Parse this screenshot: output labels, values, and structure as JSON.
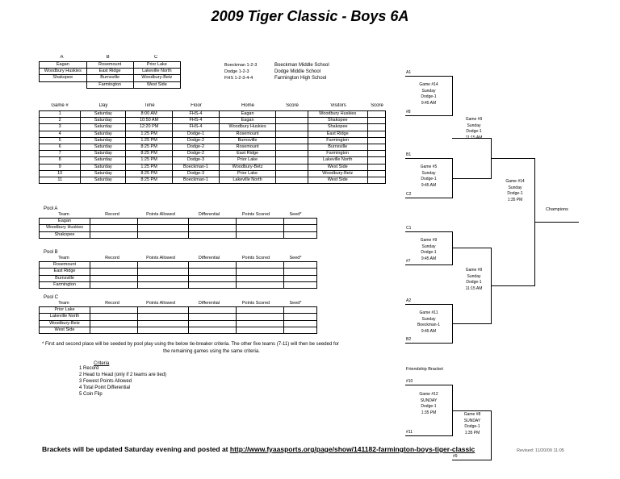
{
  "title": "2009 Tiger Classic - Boys 6A",
  "pools": {
    "headers": [
      "A",
      "B",
      "C"
    ],
    "rows": [
      [
        "Eagan",
        "Rosemount",
        "Prior Lake"
      ],
      [
        "Woodbury Huskies",
        "East Ridge",
        "Lakeville North"
      ],
      [
        "Shakopee",
        "Burnsville",
        "Woodbury-Betz"
      ],
      [
        "",
        "Farmington",
        "West Side"
      ]
    ]
  },
  "locations": [
    {
      "code": "Boeckman 1-2-3",
      "name": "Boeckman Middle School"
    },
    {
      "code": "Dodge 1-2-3",
      "name": "Dodge Middle School"
    },
    {
      "code": "FHS 1-2-3-4-4",
      "name": "Farmington High School"
    }
  ],
  "schedule": {
    "headers": [
      "Game #",
      "Day",
      "Time",
      "Floor",
      "Home",
      "Score",
      "Visitors",
      "Score"
    ],
    "rows": [
      [
        "1",
        "Saturday",
        "8:00 AM",
        "FHS-4",
        "Eagan",
        "",
        "Woodbury Huskies",
        ""
      ],
      [
        "2",
        "Saturday",
        "10:50 AM",
        "FHS-4",
        "Eagan",
        "",
        "Shakopee",
        ""
      ],
      [
        "3",
        "Saturday",
        "12:20 PM",
        "FHS-4",
        "Woodbury Huskies",
        "",
        "Shakopee",
        ""
      ],
      [
        "4",
        "Saturday",
        "1:25 PM",
        "Dodge-1",
        "Rosemount",
        "",
        "East Ridge",
        ""
      ],
      [
        "5",
        "Saturday",
        "1:25 PM",
        "Dodge-2",
        "Burnsville",
        "",
        "Farmington",
        ""
      ],
      [
        "6",
        "Saturday",
        "8:25 PM",
        "Dodge-2",
        "Rosemount",
        "",
        "Burnsville",
        ""
      ],
      [
        "7",
        "Saturday",
        "8:25 PM",
        "Dodge-2",
        "East Ridge",
        "",
        "Farmington",
        ""
      ],
      [
        "8",
        "Saturday",
        "1:25 PM",
        "Dodge-3",
        "Prior Lake",
        "",
        "Lakeville North",
        ""
      ],
      [
        "9",
        "Saturday",
        "1:25 PM",
        "Boeckman-1",
        "Woodbury-Betz",
        "",
        "West Side",
        ""
      ],
      [
        "10",
        "Saturday",
        "8:25 PM",
        "Dodge-3",
        "Prior Lake",
        "",
        "Woodbury-Betz",
        ""
      ],
      [
        "11",
        "Saturday",
        "8:25 PM",
        "Boeckman-1",
        "Lakeville North",
        "",
        "West Side",
        ""
      ]
    ]
  },
  "standing_headers": [
    "Team",
    "Record",
    "Points Allowed",
    "Differential",
    "Points Scored",
    "Seed*"
  ],
  "standings": [
    {
      "pool": "Pool A",
      "teams": [
        "Eagan",
        "Woodbury Huskies",
        "Shakopee"
      ]
    },
    {
      "pool": "Pool B",
      "teams": [
        "Rosemount",
        "East Ridge",
        "Burnsville",
        "Farmington"
      ]
    },
    {
      "pool": "Pool C",
      "teams": [
        "Prior Lake",
        "Lakeville North",
        "Woodbury-Betz",
        "West Side"
      ]
    }
  ],
  "note1": "* First and second place will be seeded by pool play using the below tie-breaker criteria.  The other five teams (7-11) will then be seeded for",
  "note2": "the remaining games using the same criteria.",
  "criteria": {
    "title": "Criteria",
    "items": [
      "1 Record",
      "2 Head to Head (only if 2 teams are tied)",
      "3 Fewest Points Allowed",
      "4 Total Point Differential",
      "5 Coin Flip"
    ]
  },
  "bracket": {
    "slots": [
      "A1",
      "#8",
      "B1",
      "C2",
      "C1",
      "#7",
      "A2",
      "B2"
    ],
    "games": [
      {
        "g": "Game #14",
        "d": "Sunday",
        "f": "Dodge-1",
        "t": "9:45 AM"
      },
      {
        "g": "Game #5",
        "d": "Sunday",
        "f": "Dodge-1",
        "t": "9:45 AM"
      },
      {
        "g": "Game #9",
        "d": "Sunday",
        "f": "Dodge-1",
        "t": "9:45 AM"
      },
      {
        "g": "Game #11",
        "d": "Sunday",
        "f": "Boeckman-1",
        "t": "9:45 AM"
      },
      {
        "g": "Game #9",
        "d": "Sunday",
        "f": "Dodge-1",
        "t": "11:15 AM"
      },
      {
        "g": "Game #9",
        "d": "Sunday",
        "f": "Dodge-1",
        "t": "11:15 AM"
      },
      {
        "g": "Game #14",
        "d": "Sunday",
        "f": "Dodge-1",
        "t": "1:35 PM"
      }
    ],
    "champions": "Champions",
    "friendship": "Friendship Bracket",
    "fslots": [
      "#10",
      "#11",
      "#9"
    ],
    "fgames": [
      {
        "g": "Game #12",
        "d": "SUNDAY",
        "f": "Dodge-1",
        "t": "1:35 PM"
      },
      {
        "g": "Game #8",
        "d": "SUNDAY",
        "f": "Dodge-1",
        "t": "1:35 PM"
      }
    ]
  },
  "footer": {
    "text": "Brackets will be updated Saturday evening and posted at ",
    "url": "http://www.fyaasports.org/page/show/141182-farmington-boys-tiger-classic",
    "revised": "Revised: 11/20/09 11:05"
  }
}
